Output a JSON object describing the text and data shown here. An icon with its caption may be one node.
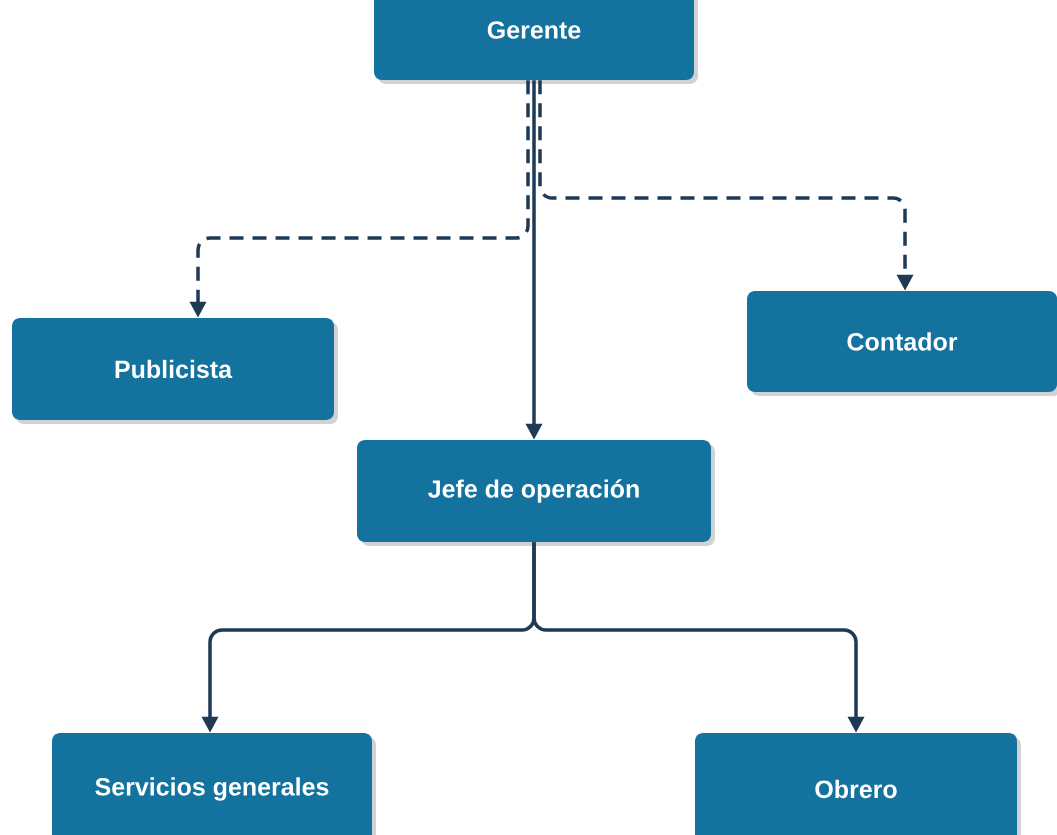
{
  "diagram": {
    "nodes": [
      {
        "text": [
          "Gerente"
        ]
      },
      {
        "text": [
          "Publicista"
        ]
      },
      {
        "text": [
          "Contador"
        ]
      },
      {
        "text": [
          "Jefe de operación"
        ]
      },
      {
        "text": [
          "Servicios generales"
        ]
      },
      {
        "text": [
          "Obrero"
        ]
      }
    ],
    "edges": [
      {
        "from": 0,
        "to": 3,
        "arrow": "to"
      },
      {
        "from": 0,
        "to": 1,
        "arrow": "to",
        "style": "dashed"
      },
      {
        "from": 0,
        "to": 2,
        "arrow": "to",
        "style": "dashed"
      },
      {
        "from": 3,
        "to": 4,
        "arrow": "to"
      },
      {
        "from": 3,
        "to": 5,
        "arrow": "to"
      }
    ]
  }
}
